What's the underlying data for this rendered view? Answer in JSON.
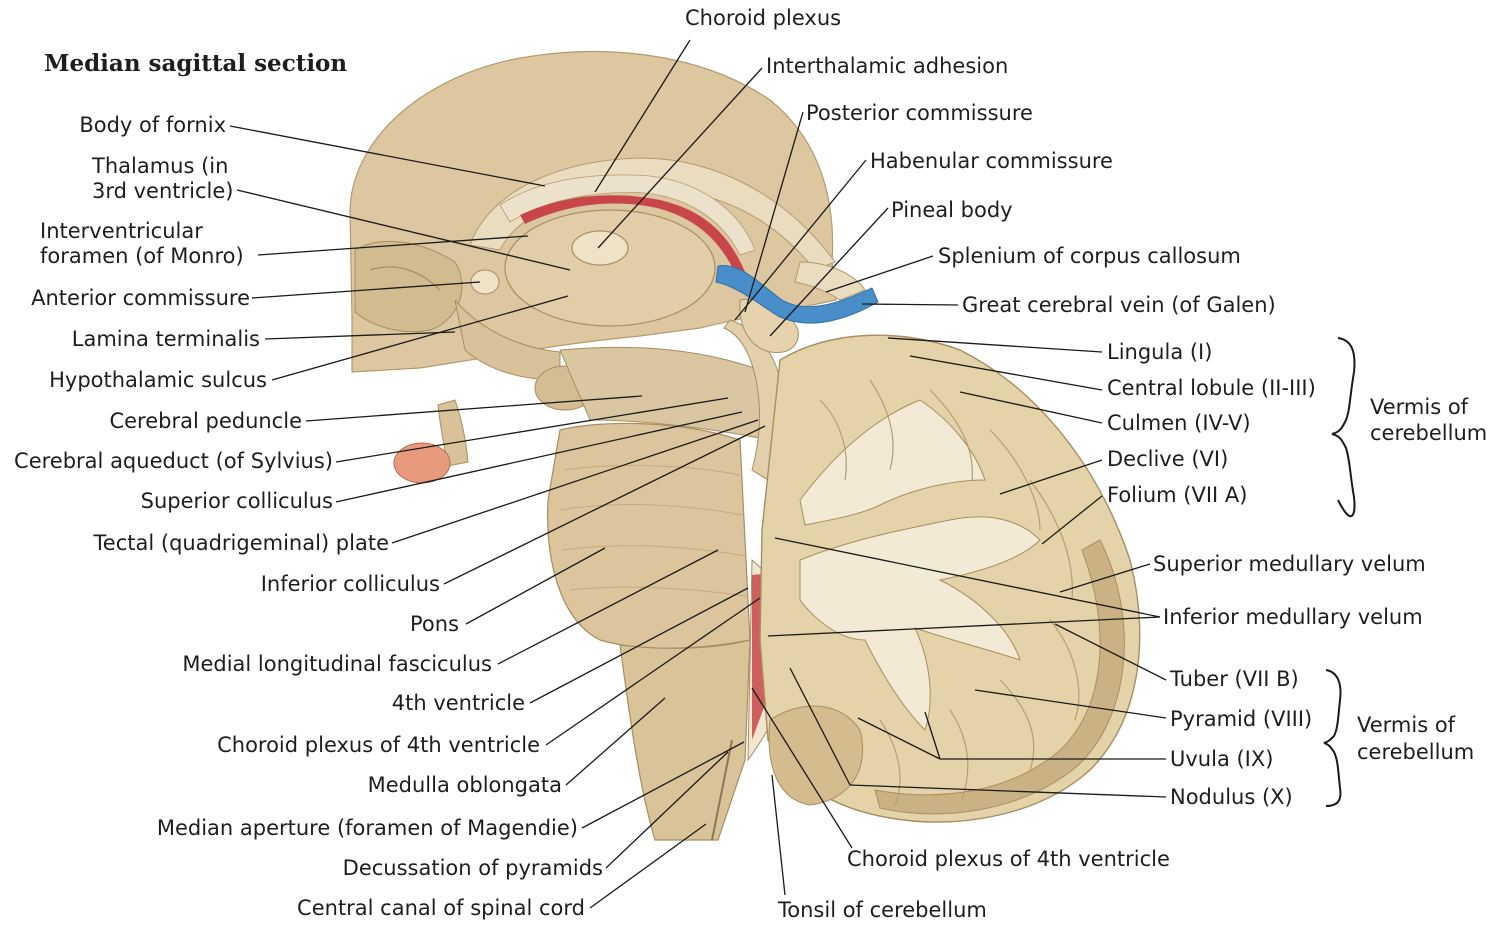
{
  "title": "Median sagittal section",
  "labels": {
    "choroid_plexus": "Choroid plexus",
    "interthalamic_adhesion": "Interthalamic adhesion",
    "posterior_commissure": "Posterior commissure",
    "habenular_commissure": "Habenular commissure",
    "pineal_body": "Pineal body",
    "splenium": "Splenium of corpus callosum",
    "great_cerebral_vein": "Great cerebral vein (of Galen)",
    "body_of_fornix": "Body of fornix",
    "thalamus_1": "Thalamus (in",
    "thalamus_2": "3rd ventricle)",
    "interventricular_1": "Interventricular",
    "interventricular_2": "foramen (of Monro)",
    "anterior_commissure": "Anterior commissure",
    "lamina_terminalis": "Lamina terminalis",
    "hypothalamic_sulcus": "Hypothalamic sulcus",
    "cerebral_peduncle": "Cerebral peduncle",
    "cerebral_aqueduct": "Cerebral aqueduct (of Sylvius)",
    "superior_colliculus": "Superior colliculus",
    "tectal_plate": "Tectal (quadrigeminal) plate",
    "inferior_colliculus": "Inferior colliculus",
    "pons": "Pons",
    "medial_longitudinal_fasciculus": "Medial longitudinal fasciculus",
    "fourth_ventricle": "4th ventricle",
    "choroid_plexus_4th_left": "Choroid plexus of 4th ventricle",
    "medulla_oblongata": "Medulla oblongata",
    "median_aperture": "Median aperture (foramen of Magendie)",
    "decussation_pyramids": "Decussation of pyramids",
    "central_canal": "Central canal of spinal cord",
    "lingula": "Lingula (I)",
    "central_lobule": "Central lobule (II-III)",
    "culmen": "Culmen (IV-V)",
    "declive": "Declive (VI)",
    "folium": "Folium (VII A)",
    "superior_medullary_velum": "Superior medullary velum",
    "inferior_medullary_velum": "Inferior medullary velum",
    "tuber": "Tuber (VII B)",
    "pyramid": "Pyramid (VIII)",
    "uvula": "Uvula (IX)",
    "nodulus": "Nodulus (X)",
    "choroid_plexus_4th_bottom": "Choroid plexus of 4th ventricle",
    "tonsil": "Tonsil of cerebellum",
    "vermis_upper_1": "Vermis of",
    "vermis_upper_2": "cerebellum",
    "vermis_lower_1": "Vermis of",
    "vermis_lower_2": "cerebellum"
  },
  "colors": {
    "tissue": "#dcc7a1",
    "tissue_dark": "#c9b086",
    "white_matter": "#f3ead6",
    "choroid_red": "#c8464a",
    "vein_blue": "#4a8ec9",
    "pituitary": "#e89a7c"
  }
}
